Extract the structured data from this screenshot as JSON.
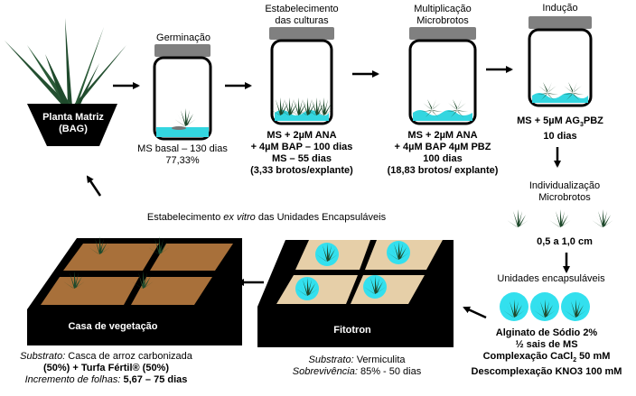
{
  "colors": {
    "leaf": "#1f4a2c",
    "leaf_light": "#3a7a4a",
    "medium": "#33d6e0",
    "lid": "#808080",
    "soil": "#a8703a",
    "vermiculite": "#e6cfa8",
    "box": "#000000",
    "capsule": "#33e0ee"
  },
  "mother_plant": {
    "label_line1": "Planta Matriz",
    "label_line2": "(BAG)"
  },
  "germination": {
    "title": "Germinação",
    "line1": "MS basal – 130 dias",
    "line2": "77,33%"
  },
  "establishment": {
    "title_line1": "Estabelecimento",
    "title_line2": "das culturas",
    "line1": "MS + 2µM ANA",
    "line2": "+ 4µM BAP – 100 dias",
    "line3": "MS – 55 dias",
    "line4": "(3,33 brotos/explante)"
  },
  "multiplication": {
    "title_line1": "Multiplicação",
    "title_line2": "Microbrotos",
    "line1": "MS + 2µM ANA",
    "line2": "+ 4µM BAP 4µM  PBZ",
    "line3": "100 dias",
    "line4": "(18,83 brotos/ explante)"
  },
  "induction": {
    "title": "Indução",
    "line1_pre": "MS + 5µM  AG",
    "line1_sub": "3",
    "line1_post": "PBZ",
    "line2": "10 dias"
  },
  "individualization": {
    "title_line1": "Individualização",
    "title_line2": "Microbrotos",
    "size": "0,5 a 1,0 cm"
  },
  "encapsulation": {
    "title": "Unidades encapsuláveis",
    "line1": "Alginato de Sódio 2%",
    "line2": "½ sais de MS",
    "line3_pre": "Complexação CaCl",
    "line3_sub": "2",
    "line3_post": " 50 mM",
    "line4": "Descomplexação KNO3 100 mM"
  },
  "ex_vitro": {
    "title_pre": "Estabelecimento ",
    "title_italic": "ex vitro",
    "title_post": " das Unidades Encapsuláveis"
  },
  "fitotron": {
    "box_label": "Fitotron",
    "substrate_label": "Substrato:",
    "substrate_value": " Vermiculita",
    "survival_label": "Sobrevivência:",
    "survival_value": " 85% - 50 dias"
  },
  "greenhouse": {
    "box_label": "Casa de vegetação",
    "substrate_label": "Substrato:",
    "substrate_value": " Casca de arroz carbonizada",
    "substrate_line2": "(50%) + Turfa Fértil® (50%)",
    "leaves_label": "Incremento de folhas:",
    "leaves_value": " 5,67 – 75 dias"
  }
}
